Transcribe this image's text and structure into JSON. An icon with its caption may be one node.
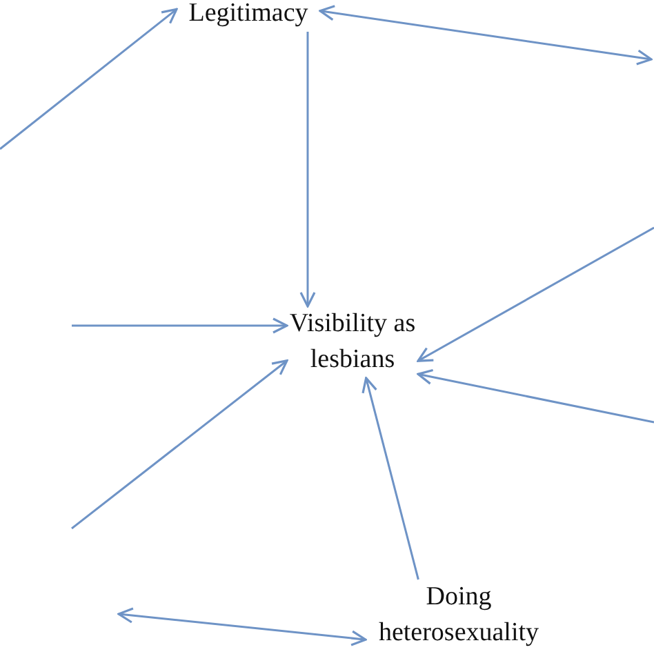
{
  "diagram": {
    "nodes": [
      {
        "text": [
          "Legitimacy"
        ]
      },
      {
        "text": [
          "Visibility as lesbians"
        ]
      },
      {
        "text": [
          "Doing heterosexuality"
        ]
      }
    ],
    "edges": [
      {
        "from": null,
        "to": 0,
        "arrow": "to"
      },
      {
        "from": 0,
        "to": null,
        "arrow": "both"
      },
      {
        "from": 0,
        "to": 1,
        "arrow": "to"
      },
      {
        "from": null,
        "to": 1,
        "arrow": "to"
      },
      {
        "from": null,
        "to": 1,
        "arrow": "to"
      },
      {
        "from": null,
        "to": 1,
        "arrow": "to"
      },
      {
        "from": null,
        "to": 1,
        "arrow": "to"
      },
      {
        "from": 2,
        "to": 1,
        "arrow": "to"
      },
      {
        "from": null,
        "to": 2,
        "arrow": "both"
      }
    ]
  }
}
